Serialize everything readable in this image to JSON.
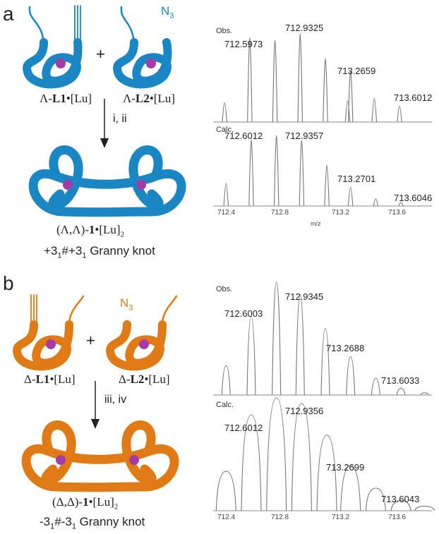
{
  "panel_a": {
    "letter": "a",
    "reactant1": {
      "prefix": "Λ-",
      "bold": "L1",
      "suffix": "•[Lu]"
    },
    "reactant2": {
      "prefix": "Λ-",
      "bold": "L2",
      "suffix": "•[Lu]",
      "azide": "N",
      "azide_sub": "3"
    },
    "plus": "+",
    "conditions": "i, ii",
    "product": {
      "prefix": "(Λ,Λ)-",
      "bold": "1",
      "suffix": "•[Lu]",
      "sub": "2"
    },
    "knot_name": {
      "p1": "+3",
      "s1": "1",
      "p2": "#+3",
      "s2": "1",
      "p3": " Granny knot"
    },
    "obs_label": "Obs.",
    "calc_label": "Calc.",
    "obs_peaks": [
      "712.5973",
      "712.9325",
      "713.2659",
      "713.6012"
    ],
    "calc_peaks": [
      "712.6012",
      "712.9357",
      "713.2701",
      "713.6046"
    ],
    "ticks": [
      "712.4",
      "712.8",
      "713.2",
      "713.6"
    ],
    "xlabel": "m/z"
  },
  "panel_b": {
    "letter": "b",
    "reactant1": {
      "prefix": "Δ-",
      "bold": "L1",
      "suffix": "•[Lu]"
    },
    "reactant2": {
      "prefix": "Δ-",
      "bold": "L2",
      "suffix": "•[Lu]",
      "azide": "N",
      "azide_sub": "3"
    },
    "plus": "+",
    "conditions": "iii, iv",
    "product": {
      "prefix": "(Δ,Δ)-",
      "bold": "1",
      "suffix": "•[Lu]",
      "sub": "2"
    },
    "knot_name": {
      "p1": "-3",
      "s1": "1",
      "p2": "#-3",
      "s2": "1",
      "p3": " Granny knot"
    },
    "obs_label": "Obs.",
    "calc_label": "Calc.",
    "obs_peaks": [
      "712.6003",
      "712.9345",
      "713.2688",
      "713.6033"
    ],
    "calc_peaks": [
      "712.6012",
      "712.9356",
      "713.2699",
      "713.6043"
    ],
    "ticks": [
      "712.4",
      "712.8",
      "713.2",
      "713.6"
    ]
  },
  "colors": {
    "blue": "#1a86c4",
    "orange": "#e07a14",
    "lu": "#a83aa8"
  },
  "chart_data": [
    {
      "type": "line",
      "panel": "a",
      "trace": "Obs.",
      "x": [
        712.42,
        712.59,
        712.76,
        712.93,
        713.1,
        713.25,
        713.27,
        713.43,
        713.6
      ],
      "y": [
        0.22,
        0.96,
        0.93,
        1.0,
        0.72,
        0.24,
        0.58,
        0.27,
        0.18
      ]
    },
    {
      "type": "line",
      "panel": "a",
      "trace": "Calc.",
      "x": [
        712.43,
        712.6,
        712.77,
        712.94,
        713.11,
        713.27,
        713.44,
        713.61
      ],
      "y": [
        0.32,
        0.94,
        1.0,
        0.93,
        0.58,
        0.27,
        0.1,
        0.05
      ]
    },
    {
      "type": "line",
      "panel": "b",
      "trace": "Obs.",
      "x": [
        712.43,
        712.6,
        712.77,
        712.93,
        713.1,
        713.27,
        713.44,
        713.61,
        713.77
      ],
      "y": [
        0.26,
        0.7,
        1.0,
        0.89,
        0.59,
        0.34,
        0.15,
        0.06,
        0.02
      ]
    },
    {
      "type": "line",
      "panel": "b",
      "trace": "Calc.",
      "x": [
        712.43,
        712.6,
        712.77,
        712.94,
        713.11,
        713.27,
        713.44,
        713.61,
        713.77
      ],
      "y": [
        0.35,
        0.85,
        1.0,
        0.95,
        0.67,
        0.4,
        0.2,
        0.09,
        0.04
      ]
    }
  ]
}
